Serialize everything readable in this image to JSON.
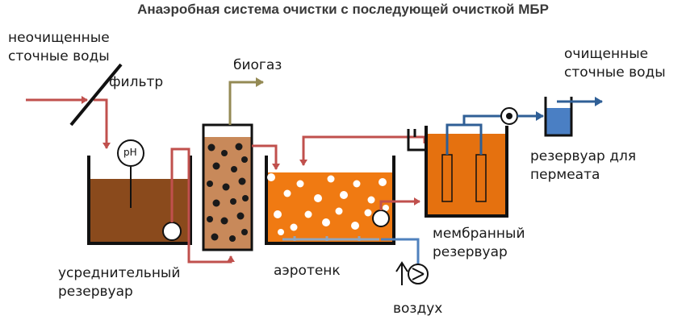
{
  "title": "Анаэробная система очистки с последующей очисткой МБР",
  "labels": {
    "untreated_1": "неочищенные",
    "untreated_2": "сточные воды",
    "filter": "фильтр",
    "biogas": "биогаз",
    "treated_1": "очищенные",
    "treated_2": "сточные воды",
    "permeate_1": "резервуар для",
    "permeate_2": "пермеата",
    "membrane_1": "мембранный",
    "membrane_2": "резервуар",
    "equalization_1": "усреднительный",
    "equalization_2": "резервуар",
    "aerotank": "аэротенк",
    "air": "воздух",
    "ph": "pH"
  },
  "colors": {
    "raw_flow": "#c0504d",
    "clean_flow": "#2f5f96",
    "biogas_flow": "#948a54",
    "sludge_brown": "#8a4a1c",
    "activated_orange": "#f07a12",
    "membrane_orange": "#e5710f",
    "permeate_blue": "#4a7fc4",
    "air_blue": "#4f81bd"
  }
}
